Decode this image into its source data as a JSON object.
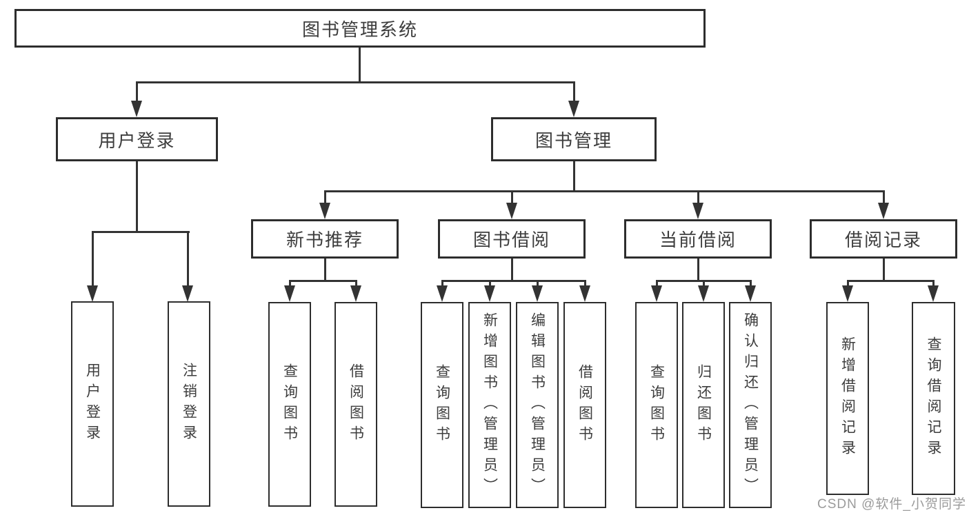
{
  "diagram": {
    "root": {
      "label": "图书管理系统"
    },
    "branches": [
      {
        "label": "用户登录",
        "children": [
          {
            "label": "用户登录"
          },
          {
            "label": "注销登录"
          }
        ]
      },
      {
        "label": "图书管理",
        "children": [
          {
            "label": "新书推荐",
            "children": [
              {
                "label": "查询图书"
              },
              {
                "label": "借阅图书"
              }
            ]
          },
          {
            "label": "图书借阅",
            "children": [
              {
                "label": "查询图书"
              },
              {
                "label": "新增图书（管理员）"
              },
              {
                "label": "编辑图书（管理员）"
              },
              {
                "label": "借阅图书"
              }
            ]
          },
          {
            "label": "当前借阅",
            "children": [
              {
                "label": "查询图书"
              },
              {
                "label": "归还图书"
              },
              {
                "label": "确认归还（管理员）"
              }
            ]
          },
          {
            "label": "借阅记录",
            "children": [
              {
                "label": "新增借阅记录"
              },
              {
                "label": "查询借阅记录"
              }
            ]
          }
        ]
      }
    ]
  },
  "watermark": {
    "text": "CSDN @软件_小贺同学"
  },
  "colors": {
    "line": "#333333",
    "box_border": "#2d2d2d",
    "text": "#3d3d3d",
    "watermark": "#9b9b9b",
    "background": "#ffffff"
  }
}
